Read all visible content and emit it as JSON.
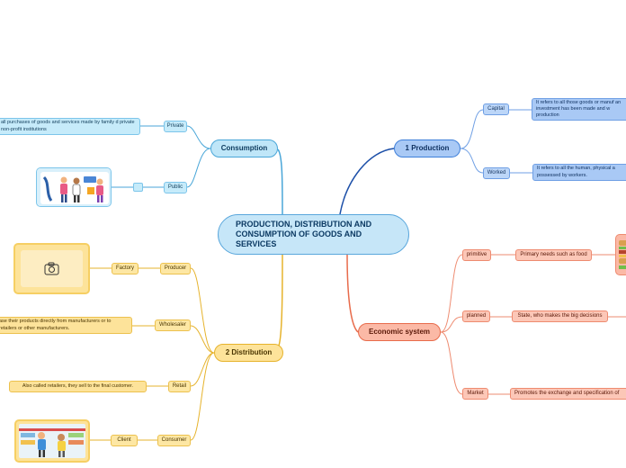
{
  "central": {
    "title": "PRODUCTION, DISTRIBUTION AND CONSUMPTION OF GOODS AND SERVICES"
  },
  "consumption": {
    "label": "Consumption",
    "private": {
      "label": "Private",
      "description": "all purchases of goods and services made by family d private non-profit institutions"
    },
    "public": {
      "label": "Public"
    }
  },
  "production": {
    "label": "1 Production",
    "capital": {
      "label": "Capital",
      "description": "It refers to all those goods or manuf an investment has been made and w production"
    },
    "worked": {
      "label": "Worked",
      "description": "It refers to all the human, physical a possessed by workers."
    }
  },
  "distribution": {
    "label": "2 Distribution",
    "producer": {
      "label": "Producer",
      "child": "Factory"
    },
    "wholesaler": {
      "label": "Wholesaler",
      "description": "ase their products directly from manufacturers or to retailers or other manufacturers."
    },
    "retail": {
      "label": "Retail",
      "description": "Also called retailers, they sell to the final customer."
    },
    "consumer": {
      "label": "Consumer",
      "child": "Client"
    }
  },
  "economic": {
    "label": "Economic system",
    "primitive": {
      "label": "primitive",
      "description": "Primary needs such as food"
    },
    "planned": {
      "label": "planned",
      "description": "State, who makes the big decisions"
    },
    "market": {
      "label": "Market",
      "description": "Promotes the exchange and specification of"
    }
  },
  "colors": {
    "consumption": "#49a6d8",
    "production": "#3e7fd9",
    "distribution": "#e6b32c",
    "economic": "#e86b4b"
  },
  "icons": {
    "consumption_public": "shopping-people-picture",
    "distribution_factory": "camera-icon",
    "distribution_client": "supermarket-people-picture",
    "economic_primitive": "food-picture"
  }
}
